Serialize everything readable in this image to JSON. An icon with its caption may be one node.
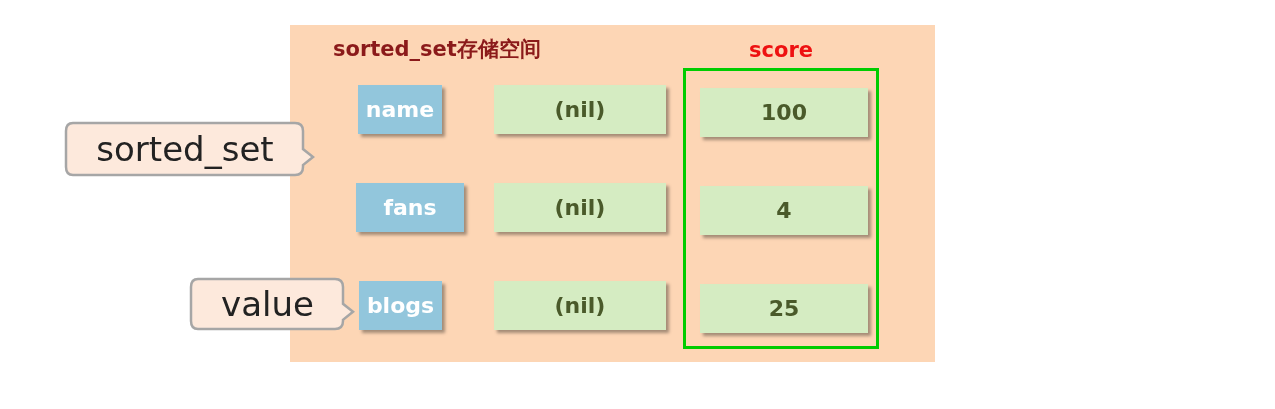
{
  "diagram": {
    "nodes": [
      {
        "text": [
          "sorted_set存储空间"
        ]
      },
      {
        "text": [
          "score"
        ],
        "in": 0
      },
      {
        "text": [
          "name"
        ],
        "in": 0
      },
      {
        "text": [
          "(nil)"
        ],
        "in": 0
      },
      {
        "text": [
          "100"
        ],
        "in": 1
      },
      {
        "text": [
          "fans"
        ],
        "in": 0
      },
      {
        "text": [
          "(nil)"
        ],
        "in": 0
      },
      {
        "text": [
          "4"
        ],
        "in": 1
      },
      {
        "text": [
          "blogs"
        ],
        "in": 0
      },
      {
        "text": [
          "(nil)"
        ],
        "in": 0
      },
      {
        "text": [
          "25"
        ],
        "in": 1
      },
      {
        "text": [
          "sorted_set"
        ]
      },
      {
        "text": [
          "value"
        ]
      }
    ]
  }
}
